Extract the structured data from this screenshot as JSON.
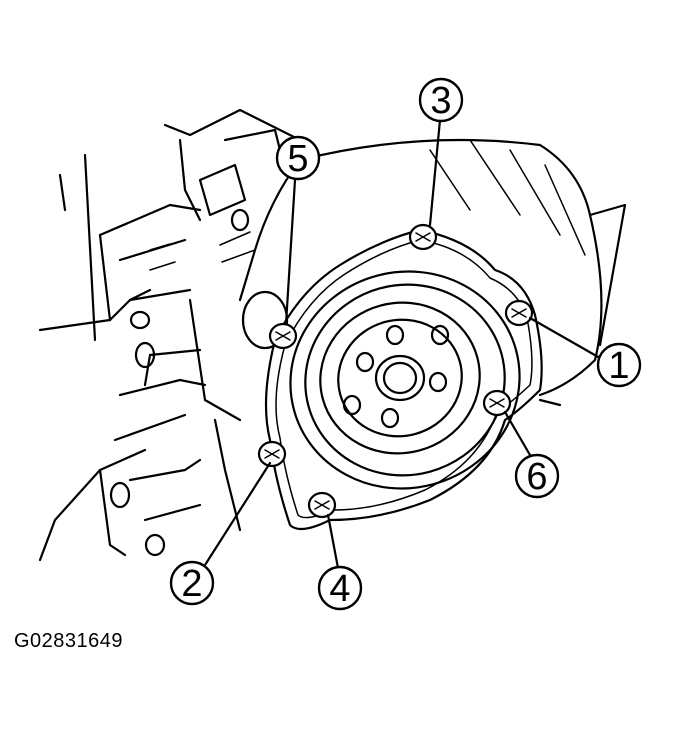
{
  "figure_code": "G02831649",
  "callouts": [
    {
      "id": "1",
      "label": "1"
    },
    {
      "id": "2",
      "label": "2"
    },
    {
      "id": "3",
      "label": "3"
    },
    {
      "id": "4",
      "label": "4"
    },
    {
      "id": "5",
      "label": "5"
    },
    {
      "id": "6",
      "label": "6"
    }
  ]
}
